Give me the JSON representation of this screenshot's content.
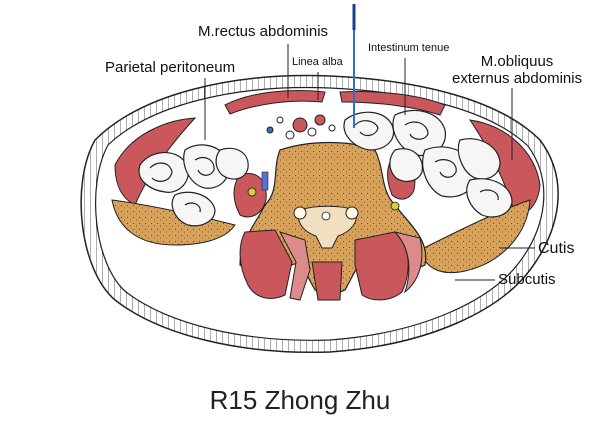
{
  "labels": {
    "rectus": "M.rectus abdominis",
    "parietal": "Parietal peritoneum",
    "linea": "Linea alba",
    "intestinum": "Intestinum tenue",
    "obliquus_line1": "M.obliquus",
    "obliquus_line2": "externus abdominis",
    "cutis": "Cutis",
    "subcutis": "Subcutis"
  },
  "title": "R15 Zhong Zhu",
  "colors": {
    "muscle": "#c9575c",
    "muscle_light": "#dc8a8a",
    "fat": "#d9a25a",
    "bone": "#f0dfc0",
    "outline": "#222222",
    "needle": "#2e6fd0",
    "vessel": "#d4cf3a"
  }
}
